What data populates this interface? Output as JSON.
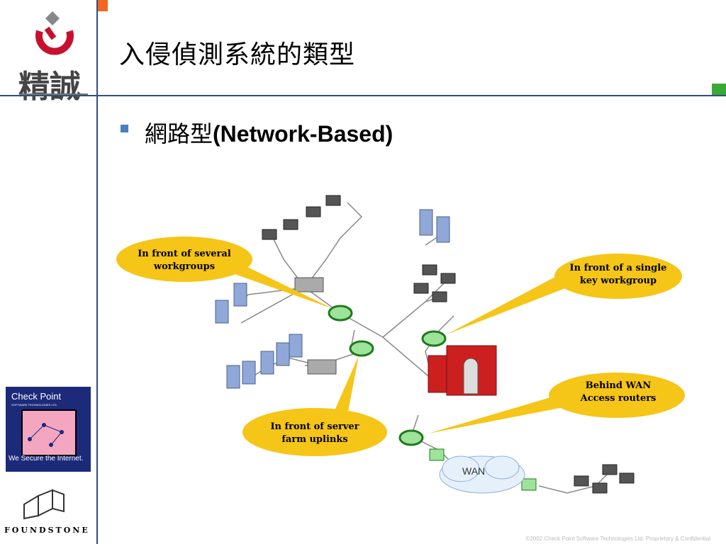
{
  "header": {
    "title": "入侵偵測系統的類型"
  },
  "content": {
    "bullet_zh": "網路型",
    "bullet_en": "(Network-Based)"
  },
  "sidebar": {
    "logo_text": "精誠",
    "checkpoint": {
      "title": "Check Point",
      "subtitle": "SOFTWARE TECHNOLOGIES LTD.",
      "tagline": "We Secure the Internet."
    },
    "foundstone": "FOUNDSTONE"
  },
  "diagram": {
    "callouts": [
      {
        "line1": "In front of several",
        "line2": "workgroups"
      },
      {
        "line1": "In front of a single",
        "line2": "key workgroup"
      },
      {
        "line1": "Behind WAN",
        "line2": "Access routers"
      },
      {
        "line1": "In front of server",
        "line2": "farm uplinks"
      }
    ],
    "wan_label": "WAN"
  },
  "footer": {
    "copyright": "©2002 Check Point Software Technologies Ltd. Proprietary & Confidential"
  },
  "colors": {
    "callout_fill": "#f5c518",
    "sensor": "#3aa935",
    "firewall": "#cc1f1f",
    "accent_orange": "#f26522",
    "accent_green": "#3aa935",
    "border_blue": "#2f4f7f"
  }
}
